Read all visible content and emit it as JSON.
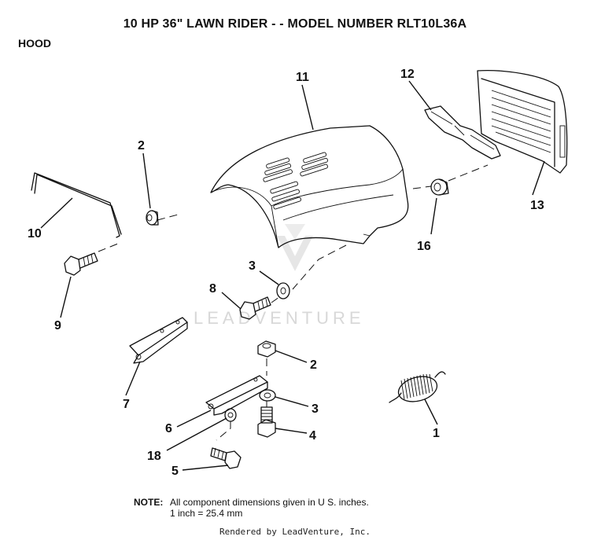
{
  "header": {
    "title": "10 HP 36\" LAWN RIDER - - MODEL NUMBER RLT10L36A",
    "section": "HOOD"
  },
  "watermark": {
    "text": "LEADVENTURE"
  },
  "callouts": [
    "11",
    "12",
    "2",
    "10",
    "13",
    "16",
    "3",
    "8",
    "9",
    "2",
    "7",
    "3",
    "6",
    "4",
    "1",
    "18",
    "5"
  ],
  "note": {
    "label": "NOTE:",
    "line1": "All component dimensions given in U S. inches.",
    "line2": "1 inch = 25.4 mm"
  },
  "footer": {
    "text": "Rendered by LeadVenture, Inc."
  }
}
